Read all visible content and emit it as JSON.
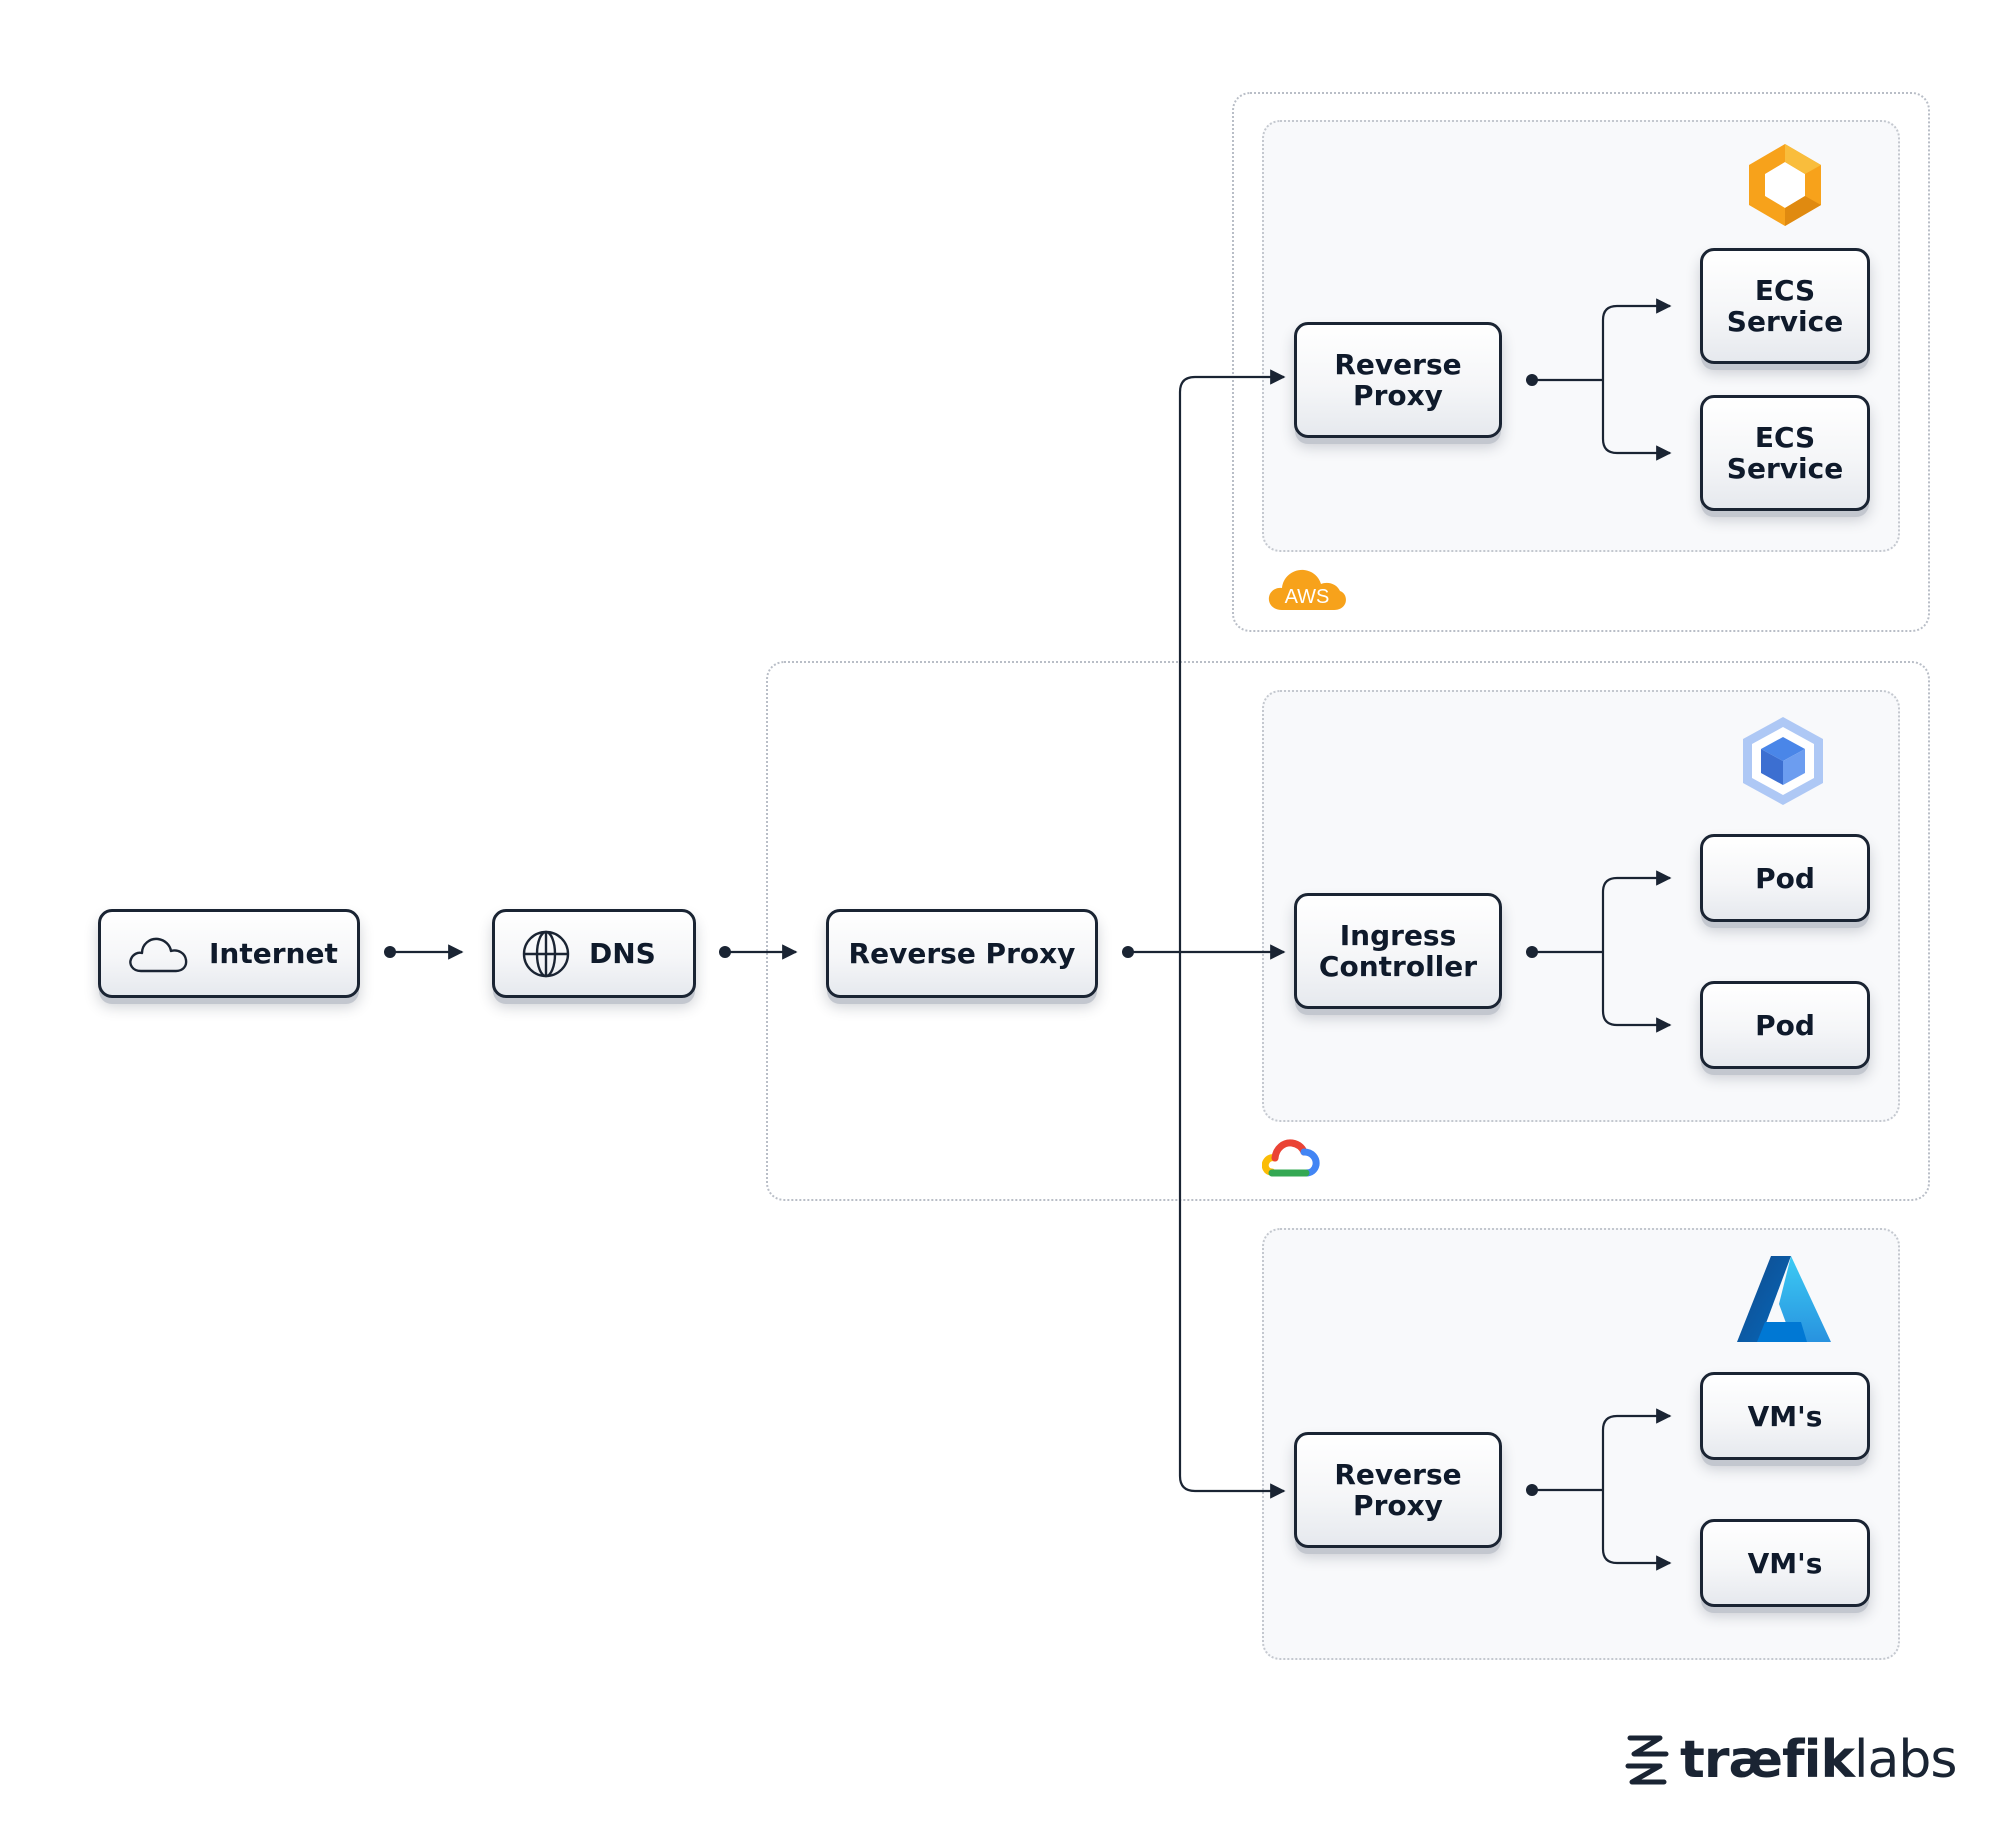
{
  "nodes": {
    "internet": "Internet",
    "dns": "DNS",
    "edge_proxy": "Reverse Proxy",
    "aws_proxy": "Reverse\nProxy",
    "ecs_1": "ECS\nService",
    "ecs_2": "ECS\nService",
    "ingress": "Ingress\nController",
    "pod_1": "Pod",
    "pod_2": "Pod",
    "azure_proxy": "Reverse\nProxy",
    "vm_1": "VM's",
    "vm_2": "VM's"
  },
  "logos": {
    "aws_text": "AWS",
    "ecs_icon": "amazon-ecs-icon",
    "aws_icon": "aws-cloud-icon",
    "gke_icon": "google-kubernetes-engine-icon",
    "gcp_icon": "google-cloud-icon",
    "azure_icon": "azure-icon",
    "brand_bold": "træfik",
    "brand_light": "labs",
    "brand_icon": "traefik-logo-icon"
  },
  "colors": {
    "aws_orange": "#f7a21b",
    "azure_blue": "#1e78d4",
    "gke_blue": "#4a86e8",
    "ink": "#1a2433"
  }
}
